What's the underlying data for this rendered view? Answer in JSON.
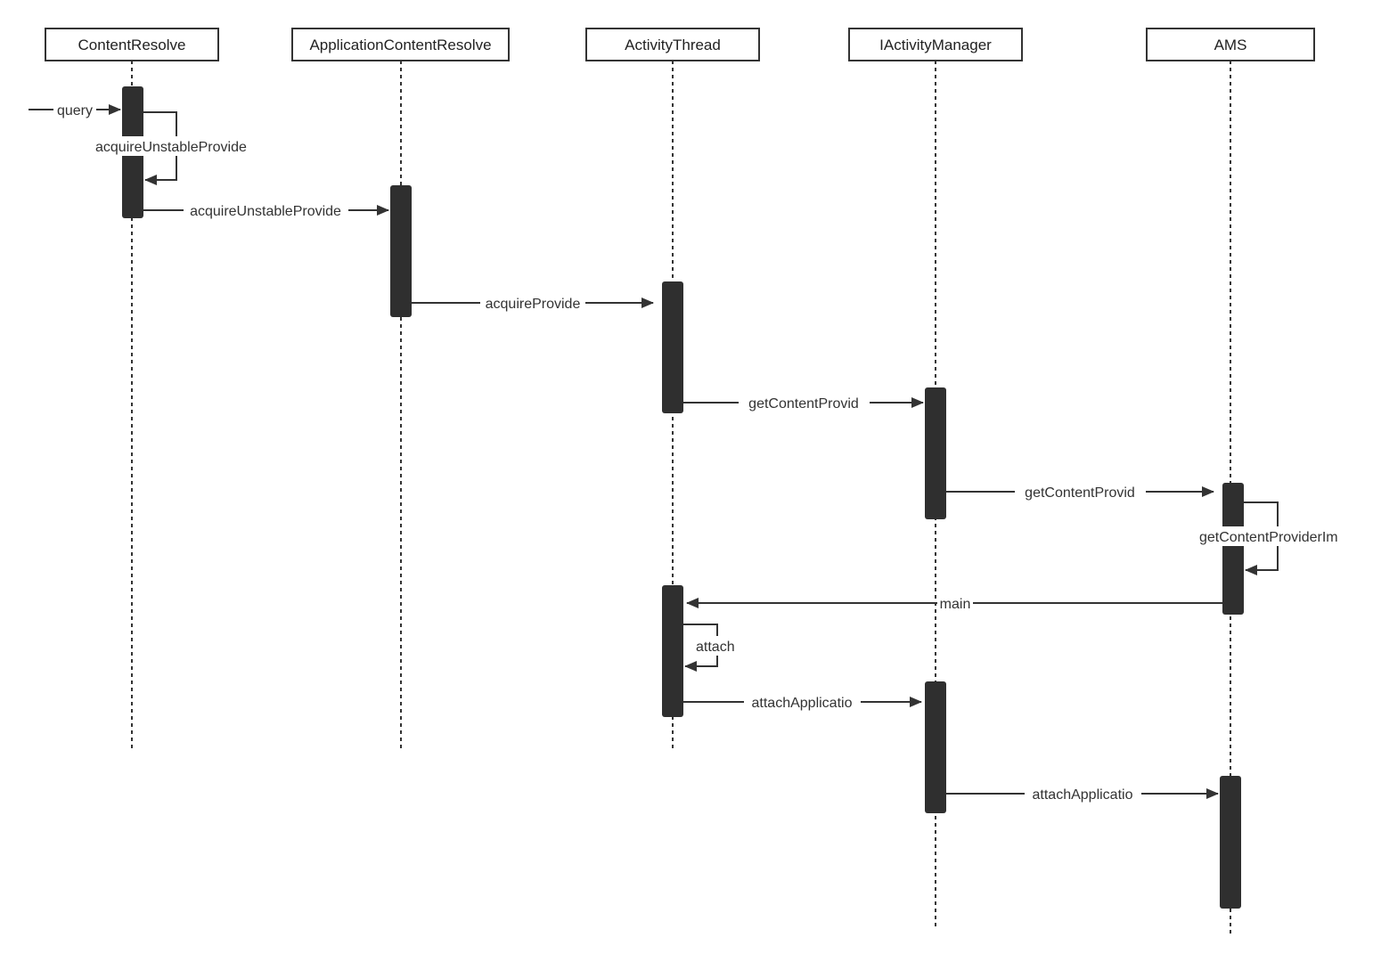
{
  "participants": [
    {
      "id": "cr",
      "name": "ContentResolve"
    },
    {
      "id": "acr",
      "name": "ApplicationContentResolve"
    },
    {
      "id": "at",
      "name": "ActivityThread"
    },
    {
      "id": "iam",
      "name": "IActivityManager"
    },
    {
      "id": "ams",
      "name": "AMS"
    }
  ],
  "messages": [
    {
      "label": "query",
      "from": "outside",
      "to": "cr"
    },
    {
      "label": "acquireUnstableProvide",
      "from": "cr",
      "to": "cr",
      "self": true
    },
    {
      "label": "acquireUnstableProvide",
      "from": "cr",
      "to": "acr"
    },
    {
      "label": "acquireProvide",
      "from": "acr",
      "to": "at"
    },
    {
      "label": "getContentProvid",
      "from": "at",
      "to": "iam"
    },
    {
      "label": "getContentProvid",
      "from": "iam",
      "to": "ams"
    },
    {
      "label": "getContentProviderIm",
      "from": "ams",
      "to": "ams",
      "self": true
    },
    {
      "label": "main",
      "from": "ams",
      "to": "at"
    },
    {
      "label": "attach",
      "from": "at",
      "to": "at",
      "self": true
    },
    {
      "label": "attachApplicatio",
      "from": "at",
      "to": "iam"
    },
    {
      "label": "attachApplicatio",
      "from": "iam",
      "to": "ams"
    }
  ],
  "colors": {
    "activation": "#2f2f2f",
    "line": "#333333",
    "border": "#333333"
  }
}
